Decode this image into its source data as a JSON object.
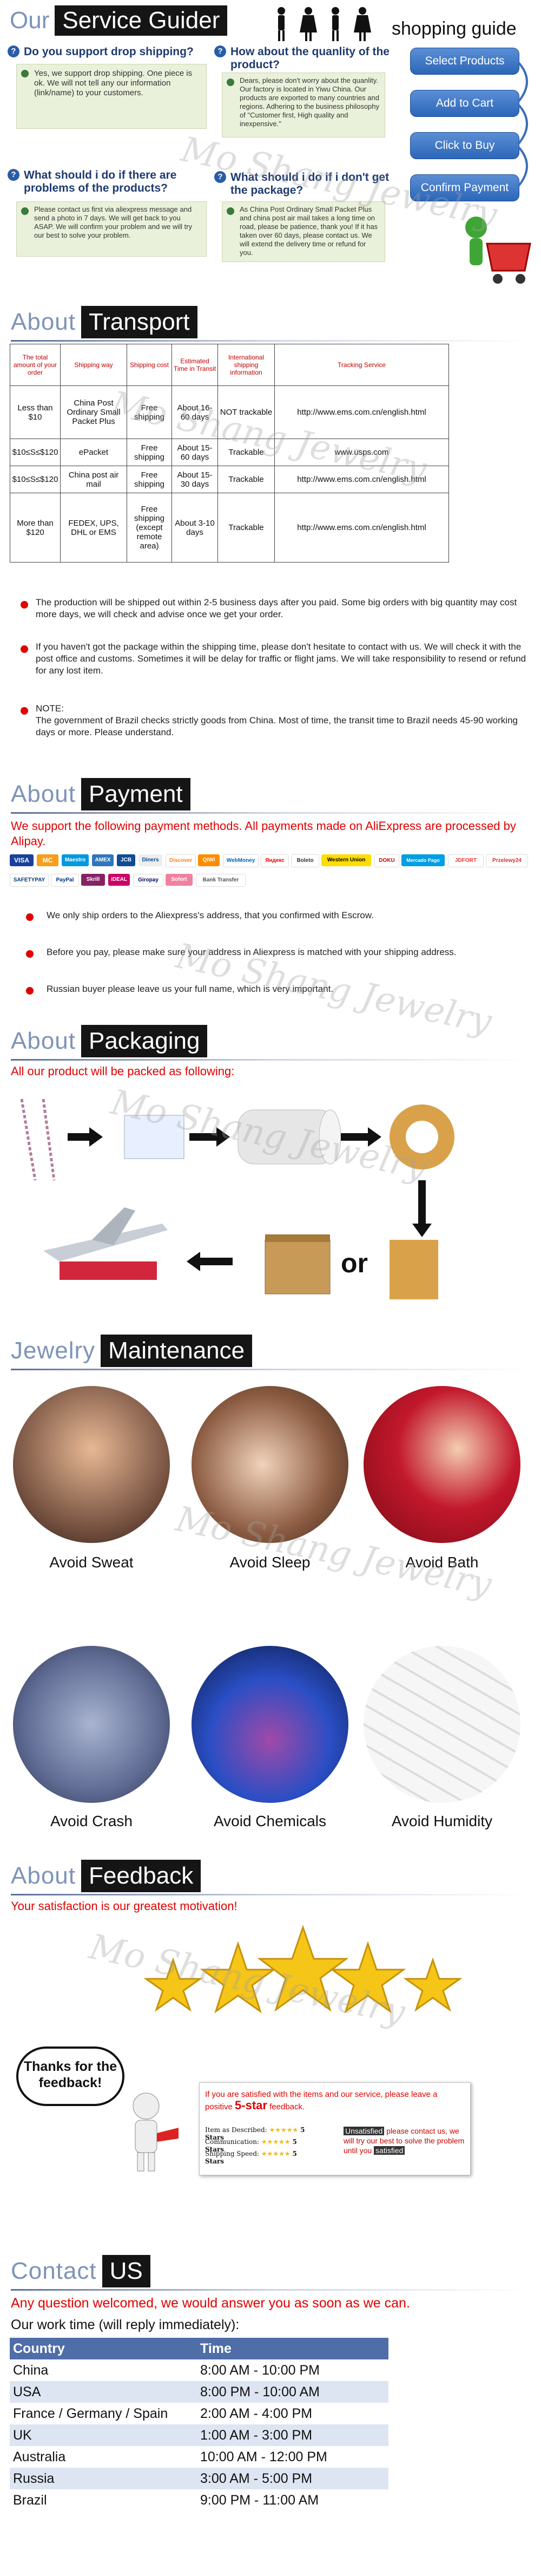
{
  "service_guide": {
    "heading_w1": "Our",
    "heading_w2": "Service Guider",
    "shopping_guide": "shopping guide",
    "faq": [
      {
        "q": "Do you support drop shipping?",
        "a": "Yes, we support drop shipping. One piece is ok. We will not tell any our information (link/name) to your customers."
      },
      {
        "q": "How about the quanlity of the product?",
        "a": "Dears, please don't worry about the quanlity. Our factory is located in Yiwu China. Our products are exported to many countries and regions. Adhering to the business philosophy of \"Customer first, High quality and inexpensive.\""
      },
      {
        "q": "What should i do if there are problems of the products?",
        "a": "Please contact us first via aliexpress message and send a photo in 7 days. We will get back to you ASAP. We will confirm your problem and we will try our best to solve your problem."
      },
      {
        "q": "What should i do if i don't get the package?",
        "a": "As China Post Ordinary Small Packet Plus and china post air mail takes a long time on road, please be patience, thank you! If it has taken over 60 days, please contact us. We will extend the delivery time or refund for you."
      }
    ],
    "steps": [
      "Select Products",
      "Add to Cart",
      "Click to Buy",
      "Confirm Payment"
    ]
  },
  "transport": {
    "heading_w1": "About",
    "heading_w2": "Transport",
    "columns": [
      "The total amount of your order",
      "Shipping way",
      "Shipping cost",
      "Estimated Time in Transit",
      "International shipping information",
      "Tracking Service"
    ],
    "rows": [
      [
        "Less than $10",
        "China Post Ordinary Small Packet Plus",
        "Free shipping",
        "About 16-60 days",
        "NOT trackable",
        "http://www.ems.com.cn/english.html"
      ],
      [
        "$10≤S≤$120",
        "ePacket",
        "Free shipping",
        "About 15-60 days",
        "Trackable",
        "www.usps.com"
      ],
      [
        "$10≤S≤$120",
        "China post air mail",
        "Free shipping",
        "About 15-30 days",
        "Trackable",
        "http://www.ems.com.cn/english.html"
      ],
      [
        "More than $120",
        "FEDEX, UPS, DHL or EMS",
        "Free shipping (except remote area)",
        "About 3-10 days",
        "Trackable",
        "http://www.ems.com.cn/english.html"
      ]
    ],
    "notes": [
      "The production will be shipped out within 2-5 business days after you paid. Some big orders with big quantity may cost more days, we will check and advise once we get your order.",
      "If you haven't got the package within the shipping time, please don't hesitate to contact with us. We will check it with the post office and customs. Sometimes it will be delay for traffic or flight jams. We will take responsibility to resend or refund for any lost item."
    ],
    "note_label": "NOTE:",
    "note_text": "The government of Brazil checks strictly goods from China. Most of time, the transit time to Brazil needs 45-90 working days or more. Please understand."
  },
  "payment": {
    "heading_w1": "About",
    "heading_w2": "Payment",
    "intro": "We support the following payment methods. All payments made on AliExpress are processed by Alipay.",
    "logos_row1": [
      "VISA",
      "MC",
      "Maestro",
      "AMEX",
      "JCB",
      "Diners",
      "Discover",
      "QIWI",
      "WebMoney",
      "Яндекс",
      "Boleto",
      "Western Union",
      "DOKU",
      "Mercado Pago",
      "JDFORT",
      "Przelewy24"
    ],
    "logos_row2": [
      "SAFETYPAY",
      "PayPal",
      "Skrill",
      "iDEAL",
      "Giropay",
      "Sofort",
      "Bank Transfer"
    ],
    "bullets": [
      "We only ship orders to the Aliexpress's address, that you confirmed with Escrow.",
      "Before you pay, please make sure your address in Aliexpress is matched with your shipping address.",
      "Russian buyer please leave us your full name, which is very important."
    ]
  },
  "packaging": {
    "heading_w1": "About",
    "heading_w2": "Packaging",
    "intro": "All our product will be packed as following:",
    "or_label": "or"
  },
  "maintenance": {
    "heading_w1": "Jewelry",
    "heading_w2": "Maintenance",
    "items": [
      "Avoid Sweat",
      "Avoid Sleep",
      "Avoid Bath",
      "Avoid Crash",
      "Avoid Chemicals",
      "Avoid Humidity"
    ]
  },
  "feedback": {
    "heading_w1": "About",
    "heading_w2": "Feedback",
    "tagline": "Your satisfaction is our greatest motivation!",
    "bubble": "Thanks for the feedback!",
    "satisfied_prefix": "If you are satisfied with the items and our service, please leave a positive",
    "five_star": "5-star",
    "satisfied_suffix": "feedback.",
    "ratings": [
      {
        "label": "Item as Described:",
        "value": "5 Stars"
      },
      {
        "label": "Communication:",
        "value": "5 Stars"
      },
      {
        "label": "Shipping Speed:",
        "value": "5 Stars"
      }
    ],
    "unsatisfied_highlight": "Unsatisfied",
    "unsatisfied_text": "please contact us, we will try our best to solve the problem until you",
    "satisfied_word": "satisfied"
  },
  "contact": {
    "heading_w1": "Contact",
    "heading_w2": "US",
    "intro": "Any question welcomed, we would answer you as soon as we can.",
    "work_time": "Our work time (will reply immediately):",
    "col_country": "Country",
    "col_time": "Time",
    "rows": [
      [
        "China",
        "8:00 AM - 10:00 PM"
      ],
      [
        "USA",
        "8:00 PM - 10:00 AM"
      ],
      [
        "France / Germany / Spain",
        "2:00 AM - 4:00 PM"
      ],
      [
        "UK",
        "1:00 AM - 3:00 PM"
      ],
      [
        "Australia",
        "10:00 AM - 12:00 PM"
      ],
      [
        "Russia",
        "3:00 AM - 5:00 PM"
      ],
      [
        "Brazil",
        "9:00 PM - 11:00 AM"
      ]
    ]
  },
  "watermark": "Mo Shang Jewelry",
  "colors": {
    "accent_red": "#e00000",
    "heading_blue": "#7e93b8",
    "table_header": "#4f6ea8",
    "row_alt": "#dde5f2"
  }
}
